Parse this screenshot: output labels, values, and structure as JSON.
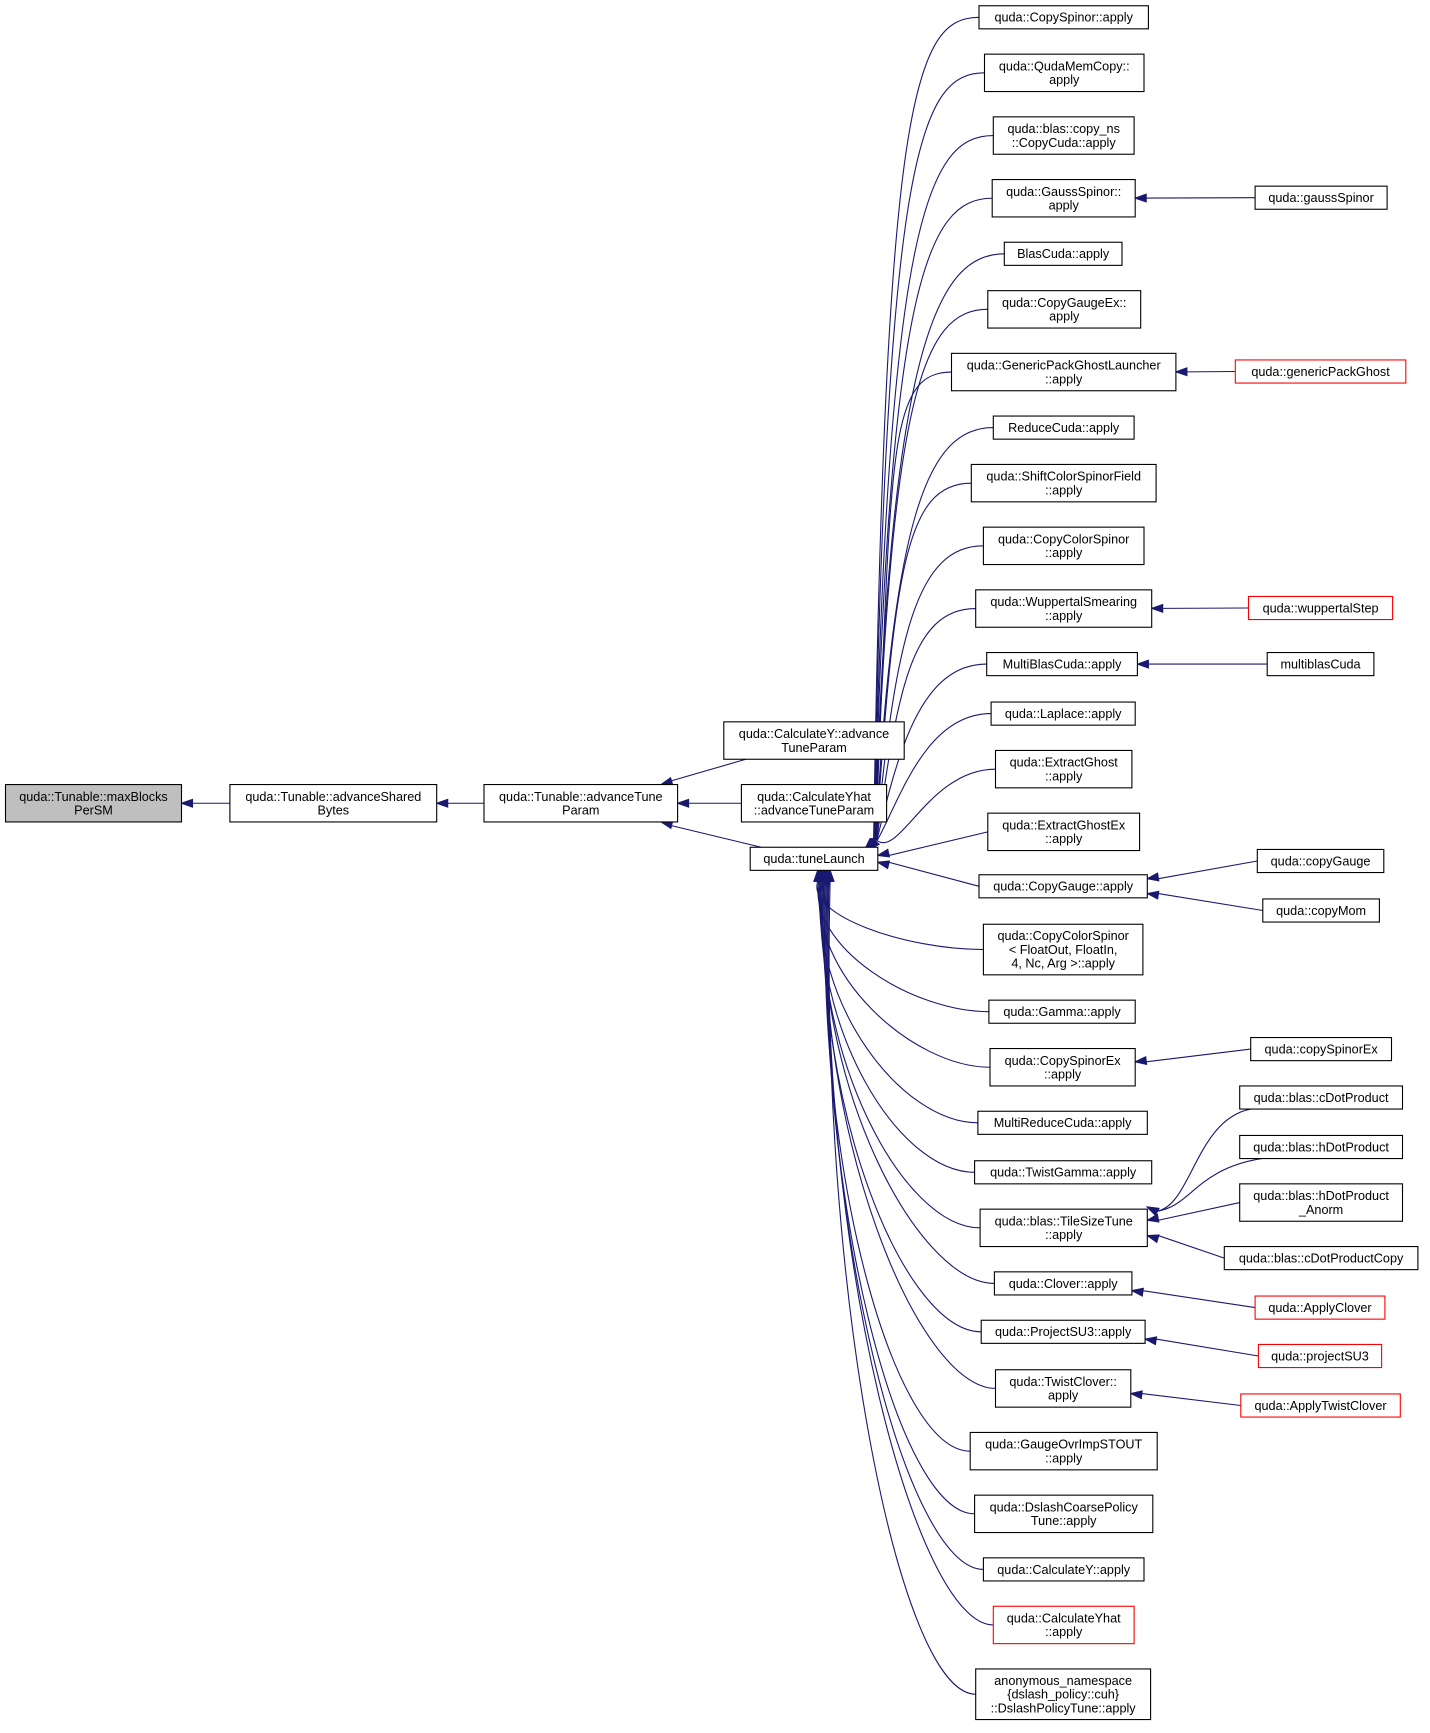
{
  "diagram": {
    "type": "doxygen-caller-graph",
    "colors": {
      "edge": "#191970",
      "root_fill": "#bfbfbf",
      "node_border": "#000000",
      "undocumented_border": "#ff0000"
    },
    "nodes": [
      {
        "id": "maxBlocksPerSM",
        "lines": [
          "quda::Tunable::maxBlocks",
          "PerSM"
        ],
        "style": "root"
      },
      {
        "id": "advanceSharedBytes",
        "lines": [
          "quda::Tunable::advanceShared",
          "Bytes"
        ]
      },
      {
        "id": "advanceTuneParam",
        "lines": [
          "quda::Tunable::advanceTune",
          "Param"
        ]
      },
      {
        "id": "CalculateY_advanceTuneParam",
        "lines": [
          "quda::CalculateY::advance",
          "TuneParam"
        ]
      },
      {
        "id": "CalculateYhat_advanceTuneParam",
        "lines": [
          "quda::CalculateYhat",
          "::advanceTuneParam"
        ]
      },
      {
        "id": "tuneLaunch",
        "lines": [
          "quda::tuneLaunch"
        ]
      },
      {
        "id": "CopySpinor_apply",
        "lines": [
          "quda::CopySpinor::apply"
        ]
      },
      {
        "id": "QudaMemCopy_apply",
        "lines": [
          "quda::QudaMemCopy::",
          "apply"
        ]
      },
      {
        "id": "CopyCuda_apply",
        "lines": [
          "quda::blas::copy_ns",
          "::CopyCuda::apply"
        ]
      },
      {
        "id": "GaussSpinor_apply",
        "lines": [
          "quda::GaussSpinor::",
          "apply"
        ]
      },
      {
        "id": "BlasCuda_apply",
        "lines": [
          "BlasCuda::apply"
        ]
      },
      {
        "id": "CopyGaugeEx_apply",
        "lines": [
          "quda::CopyGaugeEx::",
          "apply"
        ]
      },
      {
        "id": "GenericPackGhostLauncher_apply",
        "lines": [
          "quda::GenericPackGhostLauncher",
          "::apply"
        ]
      },
      {
        "id": "ReduceCuda_apply",
        "lines": [
          "ReduceCuda::apply"
        ]
      },
      {
        "id": "ShiftColorSpinorField_apply",
        "lines": [
          "quda::ShiftColorSpinorField",
          "::apply"
        ]
      },
      {
        "id": "CopyColorSpinor_apply",
        "lines": [
          "quda::CopyColorSpinor",
          "::apply"
        ]
      },
      {
        "id": "WuppertalSmearing_apply",
        "lines": [
          "quda::WuppertalSmearing",
          "::apply"
        ]
      },
      {
        "id": "MultiBlasCuda_apply",
        "lines": [
          "MultiBlasCuda::apply"
        ]
      },
      {
        "id": "Laplace_apply",
        "lines": [
          "quda::Laplace::apply"
        ]
      },
      {
        "id": "ExtractGhost_apply",
        "lines": [
          "quda::ExtractGhost",
          "::apply"
        ]
      },
      {
        "id": "ExtractGhostEx_apply",
        "lines": [
          "quda::ExtractGhostEx",
          "::apply"
        ]
      },
      {
        "id": "CopyGauge_apply",
        "lines": [
          "quda::CopyGauge::apply"
        ]
      },
      {
        "id": "CopyColorSpinorT_apply",
        "lines": [
          "quda::CopyColorSpinor",
          "< FloatOut, FloatIn,",
          "  4, Nc, Arg >::apply"
        ]
      },
      {
        "id": "Gamma_apply",
        "lines": [
          "quda::Gamma::apply"
        ]
      },
      {
        "id": "CopySpinorEx_apply",
        "lines": [
          "quda::CopySpinorEx",
          "::apply"
        ]
      },
      {
        "id": "MultiReduceCuda_apply",
        "lines": [
          "MultiReduceCuda::apply"
        ]
      },
      {
        "id": "TwistGamma_apply",
        "lines": [
          "quda::TwistGamma::apply"
        ]
      },
      {
        "id": "TileSizeTune_apply",
        "lines": [
          "quda::blas::TileSizeTune",
          "::apply"
        ]
      },
      {
        "id": "Clover_apply",
        "lines": [
          "quda::Clover::apply"
        ]
      },
      {
        "id": "ProjectSU3_apply",
        "lines": [
          "quda::ProjectSU3::apply"
        ]
      },
      {
        "id": "TwistClover_apply",
        "lines": [
          "quda::TwistClover::",
          "apply"
        ]
      },
      {
        "id": "GaugeOvrImpSTOUT_apply",
        "lines": [
          "quda::GaugeOvrImpSTOUT",
          "::apply"
        ]
      },
      {
        "id": "DslashCoarsePolicyTune_apply",
        "lines": [
          "quda::DslashCoarsePolicy",
          "Tune::apply"
        ]
      },
      {
        "id": "CalculateY_apply",
        "lines": [
          "quda::CalculateY::apply"
        ]
      },
      {
        "id": "CalculateYhat_apply",
        "lines": [
          "quda::CalculateYhat",
          "::apply"
        ],
        "style": "red"
      },
      {
        "id": "DslashPolicyTune_apply",
        "lines": [
          "anonymous_namespace",
          "{dslash_policy::cuh}",
          "::DslashPolicyTune::apply"
        ]
      },
      {
        "id": "gaussSpinor",
        "lines": [
          "quda::gaussSpinor"
        ]
      },
      {
        "id": "genericPackGhost",
        "lines": [
          "quda::genericPackGhost"
        ],
        "style": "red"
      },
      {
        "id": "wuppertalStep",
        "lines": [
          "quda::wuppertalStep"
        ],
        "style": "red"
      },
      {
        "id": "multiblasCuda",
        "lines": [
          "multiblasCuda"
        ]
      },
      {
        "id": "copyGauge",
        "lines": [
          "quda::copyGauge"
        ]
      },
      {
        "id": "copyMom",
        "lines": [
          "quda::copyMom"
        ]
      },
      {
        "id": "copySpinorEx",
        "lines": [
          "quda::copySpinorEx"
        ]
      },
      {
        "id": "cDotProduct",
        "lines": [
          "quda::blas::cDotProduct"
        ]
      },
      {
        "id": "hDotProduct",
        "lines": [
          "quda::blas::hDotProduct"
        ]
      },
      {
        "id": "hDotProduct_Anorm",
        "lines": [
          "quda::blas::hDotProduct",
          "_Anorm"
        ]
      },
      {
        "id": "cDotProductCopy",
        "lines": [
          "quda::blas::cDotProductCopy"
        ]
      },
      {
        "id": "ApplyClover",
        "lines": [
          "quda::ApplyClover"
        ],
        "style": "red"
      },
      {
        "id": "projectSU3",
        "lines": [
          "quda::projectSU3"
        ],
        "style": "red"
      },
      {
        "id": "ApplyTwistClover",
        "lines": [
          "quda::ApplyTwistClover"
        ],
        "style": "red"
      }
    ],
    "edges": [
      {
        "from": "advanceSharedBytes",
        "to": "maxBlocksPerSM"
      },
      {
        "from": "advanceTuneParam",
        "to": "advanceSharedBytes"
      },
      {
        "from": "CalculateY_advanceTuneParam",
        "to": "advanceTuneParam"
      },
      {
        "from": "CalculateYhat_advanceTuneParam",
        "to": "advanceTuneParam"
      },
      {
        "from": "tuneLaunch",
        "to": "advanceTuneParam"
      },
      {
        "from": "CopySpinor_apply",
        "to": "tuneLaunch"
      },
      {
        "from": "QudaMemCopy_apply",
        "to": "tuneLaunch"
      },
      {
        "from": "CopyCuda_apply",
        "to": "tuneLaunch"
      },
      {
        "from": "GaussSpinor_apply",
        "to": "tuneLaunch"
      },
      {
        "from": "BlasCuda_apply",
        "to": "tuneLaunch"
      },
      {
        "from": "CopyGaugeEx_apply",
        "to": "tuneLaunch"
      },
      {
        "from": "GenericPackGhostLauncher_apply",
        "to": "tuneLaunch"
      },
      {
        "from": "ReduceCuda_apply",
        "to": "tuneLaunch"
      },
      {
        "from": "ShiftColorSpinorField_apply",
        "to": "tuneLaunch"
      },
      {
        "from": "CopyColorSpinor_apply",
        "to": "tuneLaunch"
      },
      {
        "from": "WuppertalSmearing_apply",
        "to": "tuneLaunch"
      },
      {
        "from": "MultiBlasCuda_apply",
        "to": "tuneLaunch"
      },
      {
        "from": "Laplace_apply",
        "to": "tuneLaunch"
      },
      {
        "from": "ExtractGhost_apply",
        "to": "tuneLaunch"
      },
      {
        "from": "ExtractGhostEx_apply",
        "to": "tuneLaunch"
      },
      {
        "from": "CopyGauge_apply",
        "to": "tuneLaunch"
      },
      {
        "from": "CopyColorSpinorT_apply",
        "to": "tuneLaunch"
      },
      {
        "from": "Gamma_apply",
        "to": "tuneLaunch"
      },
      {
        "from": "CopySpinorEx_apply",
        "to": "tuneLaunch"
      },
      {
        "from": "MultiReduceCuda_apply",
        "to": "tuneLaunch"
      },
      {
        "from": "TwistGamma_apply",
        "to": "tuneLaunch"
      },
      {
        "from": "TileSizeTune_apply",
        "to": "tuneLaunch"
      },
      {
        "from": "Clover_apply",
        "to": "tuneLaunch"
      },
      {
        "from": "ProjectSU3_apply",
        "to": "tuneLaunch"
      },
      {
        "from": "TwistClover_apply",
        "to": "tuneLaunch"
      },
      {
        "from": "GaugeOvrImpSTOUT_apply",
        "to": "tuneLaunch"
      },
      {
        "from": "DslashCoarsePolicyTune_apply",
        "to": "tuneLaunch"
      },
      {
        "from": "CalculateY_apply",
        "to": "tuneLaunch"
      },
      {
        "from": "CalculateYhat_apply",
        "to": "tuneLaunch"
      },
      {
        "from": "DslashPolicyTune_apply",
        "to": "tuneLaunch"
      },
      {
        "from": "gaussSpinor",
        "to": "GaussSpinor_apply"
      },
      {
        "from": "genericPackGhost",
        "to": "GenericPackGhostLauncher_apply"
      },
      {
        "from": "wuppertalStep",
        "to": "WuppertalSmearing_apply"
      },
      {
        "from": "multiblasCuda",
        "to": "MultiBlasCuda_apply"
      },
      {
        "from": "copyGauge",
        "to": "CopyGauge_apply"
      },
      {
        "from": "copyMom",
        "to": "CopyGauge_apply"
      },
      {
        "from": "copySpinorEx",
        "to": "CopySpinorEx_apply"
      },
      {
        "from": "cDotProduct",
        "to": "TileSizeTune_apply"
      },
      {
        "from": "hDotProduct",
        "to": "TileSizeTune_apply"
      },
      {
        "from": "hDotProduct_Anorm",
        "to": "TileSizeTune_apply"
      },
      {
        "from": "cDotProductCopy",
        "to": "TileSizeTune_apply"
      },
      {
        "from": "ApplyClover",
        "to": "Clover_apply"
      },
      {
        "from": "projectSU3",
        "to": "ProjectSU3_apply"
      },
      {
        "from": "ApplyTwistClover",
        "to": "TwistClover_apply"
      }
    ]
  }
}
